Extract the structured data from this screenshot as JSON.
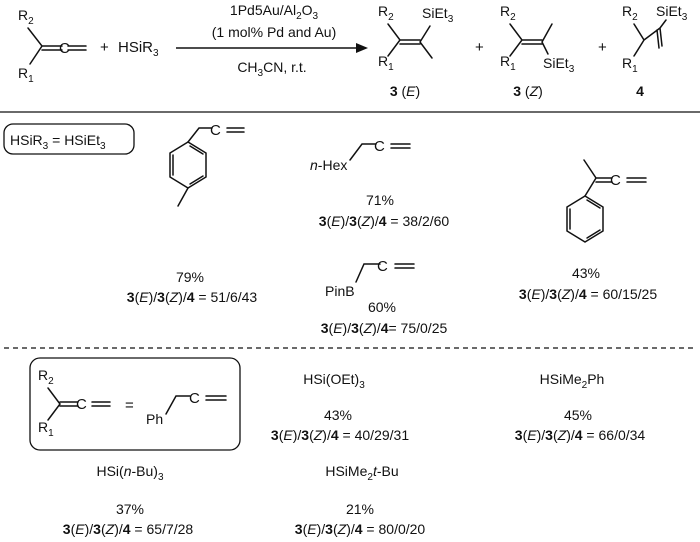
{
  "reaction": {
    "reagent": "HSiR",
    "reagent_sub": "3",
    "catalyst": {
      "line1_prefix": "1Pd5Au/Al",
      "line1_sub1": "2",
      "line1_mid": "O",
      "line1_sub2": "3",
      "line2": "(1 mol% Pd and Au)",
      "solvent_pre": "CH",
      "solvent_sub": "3",
      "solvent_post": "CN, r.t."
    },
    "plus": "+",
    "substrate_labels": {
      "r1": "R",
      "r1_sub": "1",
      "r2": "R",
      "r2_sub": "2"
    },
    "silyl": {
      "si": "SiEt",
      "sub": "3"
    },
    "products": [
      {
        "num": "3",
        "tag": "E"
      },
      {
        "num": "3",
        "tag": "Z"
      },
      {
        "num": "4"
      }
    ]
  },
  "box1": {
    "left": "HSiR",
    "left_sub": "3",
    "eq": " = HSiEt",
    "right_sub": "3"
  },
  "ratio_label": {
    "p1": "3",
    "e": "E",
    "p2": "3",
    "z": "Z",
    "p3": "4"
  },
  "substrates": [
    {
      "yield": "79%",
      "ratio": " = 51/6/43"
    },
    {
      "name": "n",
      "name_rest": "-Hex",
      "yield": "71%",
      "ratio": " = 38/2/60"
    },
    {
      "yield": "43%",
      "ratio": " = 60/15/25"
    },
    {
      "name": "PinB",
      "yield": "60%",
      "ratio": "= 75/0/25"
    }
  ],
  "box2": {
    "ph": "Ph",
    "eq": "="
  },
  "silanes": [
    {
      "label_pre": "HSi(OEt)",
      "label_sub": "3",
      "label_post": "",
      "yield": "43%",
      "ratio": " = 40/29/31"
    },
    {
      "label_pre": "HSiMe",
      "label_sub": "2",
      "label_post": "Ph",
      "yield": "45%",
      "ratio": " = 66/0/34"
    },
    {
      "label_pre": "HSi(",
      "label_ital": "n",
      "label_post": "-Bu)",
      "label_sub": "3",
      "yield": "37%",
      "ratio": " = 65/7/28"
    },
    {
      "label_pre": "HSiMe",
      "label_sub": "2",
      "label_ital": "t",
      "label_post": "-Bu",
      "yield": "21%",
      "ratio": " = 80/0/20"
    }
  ]
}
